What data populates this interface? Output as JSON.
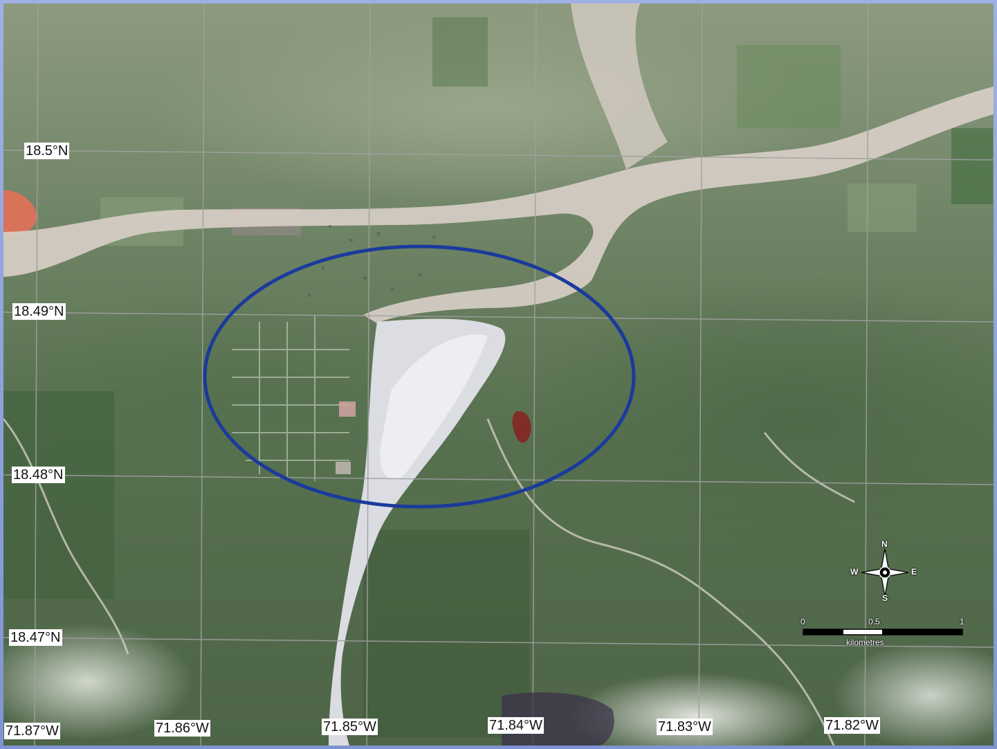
{
  "map": {
    "latitude_labels": [
      "18.5°N",
      "18.49°N",
      "18.48°N",
      "18.47°N"
    ],
    "longitude_labels": [
      "71.87°W",
      "71.86°W",
      "71.85°W",
      "71.84°W",
      "71.83°W",
      "71.82°W"
    ],
    "compass": {
      "north": "N",
      "south": "S",
      "east": "E",
      "west": "W"
    },
    "scale": {
      "tick_0": "0",
      "tick_mid": "0.5",
      "tick_end": "1",
      "unit": "kilometres"
    },
    "highlight_ellipse_color": "#1a3a9c"
  }
}
